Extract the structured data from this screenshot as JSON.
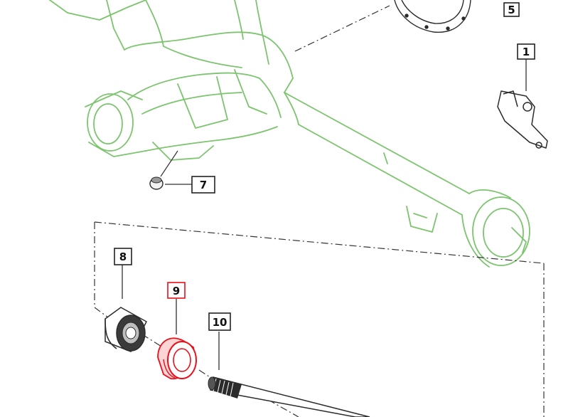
{
  "callouts": [
    {
      "id": "5",
      "highlighted": false
    },
    {
      "id": "1",
      "highlighted": false
    },
    {
      "id": "7",
      "highlighted": false
    },
    {
      "id": "8",
      "highlighted": false
    },
    {
      "id": "9",
      "highlighted": true
    },
    {
      "id": "10",
      "highlighted": false
    }
  ],
  "colors": {
    "housing": "#7cc46e",
    "part": "#2b2b2b",
    "highlight": "#e8101a",
    "leader": "#333333"
  }
}
